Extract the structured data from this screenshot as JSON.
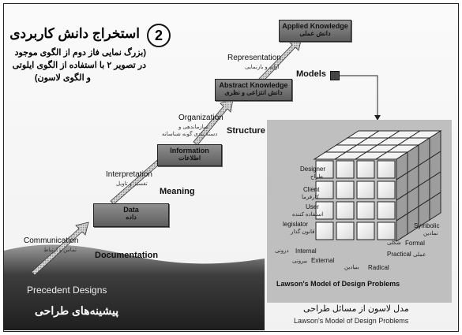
{
  "title": {
    "number": "2",
    "main": "استخراج دانش کاربردی",
    "sub_lines": [
      "(بزرگ نمایی فاز دوم از الگوی موجود",
      "در تصویر ۲ با استفاده از الگوی ایلوتی",
      "و الگوی لاسون)"
    ]
  },
  "steps": [
    {
      "en": "Data",
      "fa": "داده"
    },
    {
      "en": "Information",
      "fa": "اطلاعات"
    },
    {
      "en": "Abstract Knowledge",
      "fa": "دانش انتزاعی و نظری"
    },
    {
      "en": "Applied Knowledge",
      "fa": "دانش عملی"
    }
  ],
  "transitions": [
    {
      "en": "Communication",
      "fa": "تماس و ارتباط"
    },
    {
      "en": "Interpretation",
      "fa": "تفسیر و تاویل"
    },
    {
      "en": "Organization",
      "fa_lines": [
        "سازماندهی و",
        "دسته بندی گونه شناسانه"
      ]
    },
    {
      "en": "Representation",
      "fa": "ارایه و بازنمایی"
    }
  ],
  "phases": [
    "Documentation",
    "Meaning",
    "Structure",
    "Models"
  ],
  "precedent": {
    "en": "Precedent Designs",
    "fa": "پیشینه‌های طراحی"
  },
  "lawson": {
    "left_labels": [
      {
        "en": "Designer",
        "fa": "طراح"
      },
      {
        "en": "Client",
        "fa": "کارفرما"
      },
      {
        "en": "User",
        "fa": "استفاده کننده"
      },
      {
        "en": "legislator",
        "fa": "قانون گذار"
      }
    ],
    "bottom_left": [
      {
        "en": "Internal",
        "fa": "درونی"
      },
      {
        "en": "External",
        "fa": "بیرونی"
      }
    ],
    "bottom_right": [
      {
        "en": "Radical",
        "fa": "بنیادین"
      },
      {
        "en": "Practical",
        "fa": "عملی"
      },
      {
        "en": "Formal",
        "fa": "شکلی"
      },
      {
        "en": "Symbolic",
        "fa": "نمادین"
      }
    ],
    "inner_caption": "Lawson's Model of Design Problems",
    "caption_fa": "مدل لاسون از مسائل طراحی",
    "caption_en": "Lawson's Model of Design Problems"
  }
}
